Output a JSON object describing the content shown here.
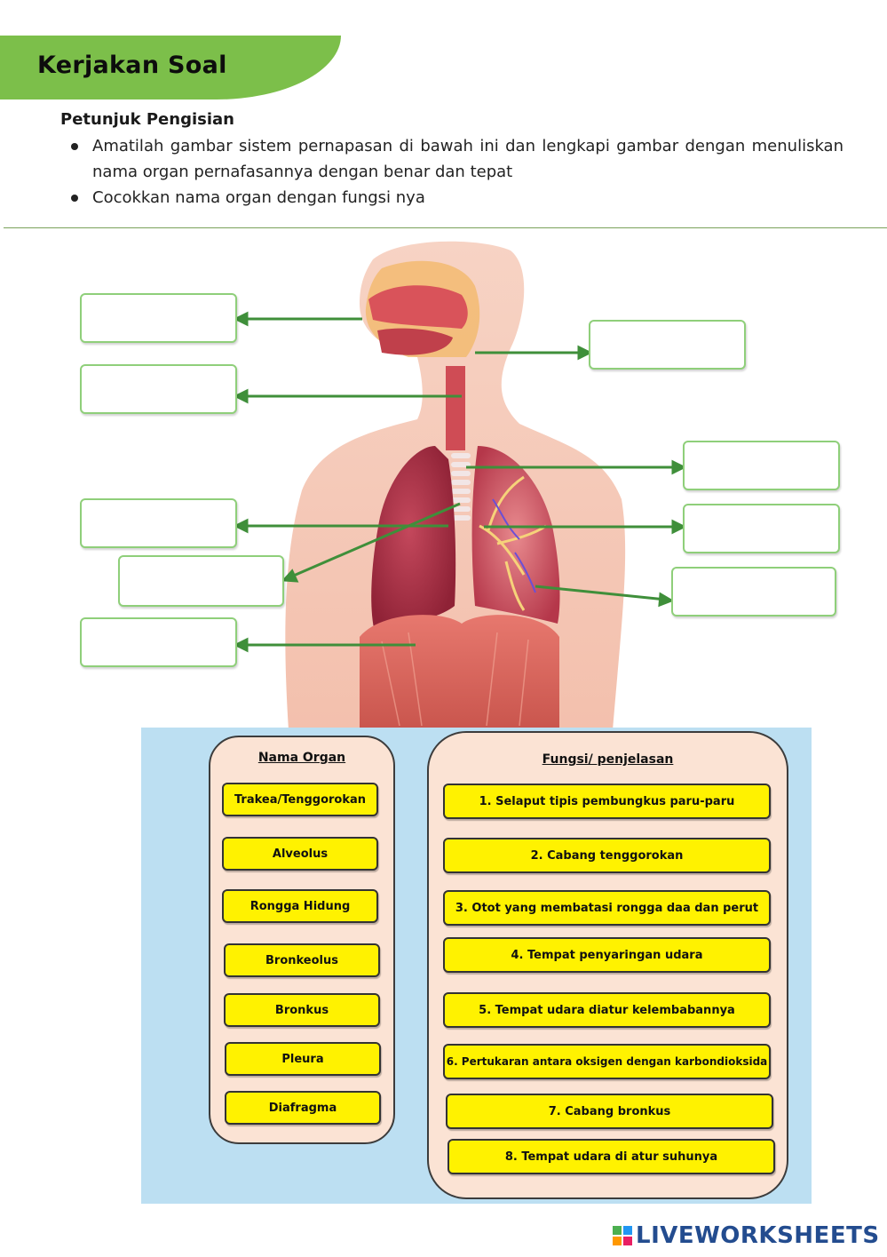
{
  "header": {
    "title": "Kerjakan Soal"
  },
  "instructions": {
    "title": "Petunjuk Pengisian",
    "items": [
      "Amatilah gambar sistem pernapasan di bawah ini dan lengkapi gambar dengan menuliskan nama organ pernafasannya dengan benar dan tepat",
      "Cocokkan nama organ dengan fungsi nya"
    ]
  },
  "matching": {
    "organ_title": "Nama Organ",
    "organs": [
      "Trakea/Tenggorokan",
      "Alveolus",
      "Rongga Hidung",
      "Bronkeolus",
      "Bronkus",
      "Pleura",
      "Diafragma"
    ],
    "function_title": "Fungsi/ penjelasan",
    "functions": [
      "1.    Selaput tipis pembungkus paru-paru",
      "2. Cabang tenggorokan",
      "3. Otot yang membatasi rongga daa dan perut",
      "4. Tempat penyaringan udara",
      "5. Tempat udara diatur kelembabannya",
      "6. Pertukaran antara oksigen dengan karbondioksida",
      "7. Cabang bronkus",
      "8. Tempat udara di atur suhunya"
    ]
  },
  "colors": {
    "banner_green": "#7cbf4a",
    "arrow_green": "#3f8f3a",
    "pill_yellow": "#fff200",
    "panel_blue": "#bcdff2",
    "column_peach": "#fbe3d4"
  },
  "watermark": {
    "text": "LIVEWORKSHEETS"
  }
}
